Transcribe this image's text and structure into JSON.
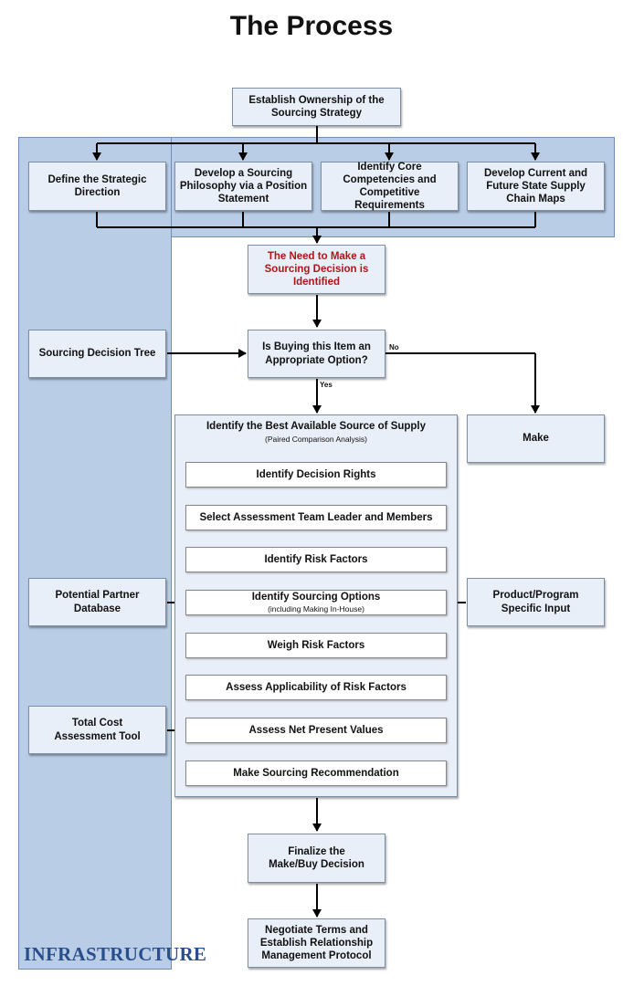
{
  "title": "The Process",
  "infrastructure_label": "INFRASTRUCTURE",
  "top": {
    "ownership": "Establish Ownership of the Sourcing Strategy"
  },
  "foundations": [
    "Define the Strategic Direction",
    "Develop a Sourcing Philosophy via a Position Statement",
    "Identify Core Competencies and Competitive Requirements",
    "Develop Current and Future State Supply Chain Maps"
  ],
  "need": "The Need to Make a Sourcing Decision is Identified",
  "decision": {
    "question": "Is Buying this Item an Appropriate Option?",
    "yes_label": "Yes",
    "no_label": "No",
    "make": "Make"
  },
  "inputs": {
    "decision_tree": "Sourcing Decision Tree",
    "partner_db": "Potential Partner Database",
    "product_input": "Product/Program Specific Input",
    "tco_tool": "Total Cost Assessment Tool"
  },
  "supply_group": {
    "title": "Identify the Best Available Source of Supply",
    "subtitle": "(Paired Comparison Analysis)",
    "steps": [
      {
        "label": "Identify Decision Rights",
        "sub": ""
      },
      {
        "label": "Select Assessment Team Leader and Members",
        "sub": ""
      },
      {
        "label": "Identify Risk Factors",
        "sub": ""
      },
      {
        "label": "Identify Sourcing Options",
        "sub": "(including Making In-House)"
      },
      {
        "label": "Weigh Risk Factors",
        "sub": ""
      },
      {
        "label": "Assess Applicability of Risk Factors",
        "sub": ""
      },
      {
        "label": "Assess Net Present Values",
        "sub": ""
      },
      {
        "label": "Make Sourcing Recommendation",
        "sub": ""
      }
    ]
  },
  "finalize": "Finalize the Make/Buy Decision",
  "negotiate": "Negotiate Terms and Establish Relationship Management Protocol"
}
